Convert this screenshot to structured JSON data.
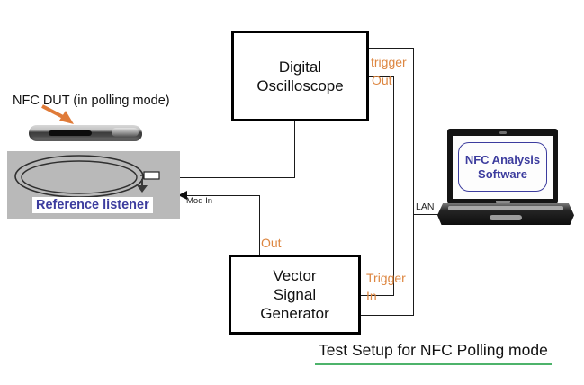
{
  "dut": {
    "label": "NFC DUT (in polling mode)"
  },
  "reference_listener": {
    "label": "Reference listener"
  },
  "oscilloscope": {
    "name_line1": "Digital",
    "name_line2": "Oscilloscope"
  },
  "signal_generator": {
    "name_line1": "Vector",
    "name_line2": "Signal",
    "name_line3": "Generator"
  },
  "laptop": {
    "software_line1": "NFC Analysis",
    "software_line2": "Software"
  },
  "connections": {
    "scope_trigger_line1": "trigger",
    "scope_trigger_line2": "Out",
    "vsg_out": "Out",
    "vsg_trigger_line1": "Trigger",
    "vsg_trigger_line2": "In",
    "mod_in": "Mod In",
    "lan": "LAN"
  },
  "caption": {
    "title": "Test Setup for NFC Polling mode"
  },
  "colors": {
    "connection_label_orange": "#dd8640",
    "software_label_blue": "#3c3c9e",
    "caption_underline_green": "#4db36b",
    "listener_panel_gray": "#b9b9b9"
  }
}
